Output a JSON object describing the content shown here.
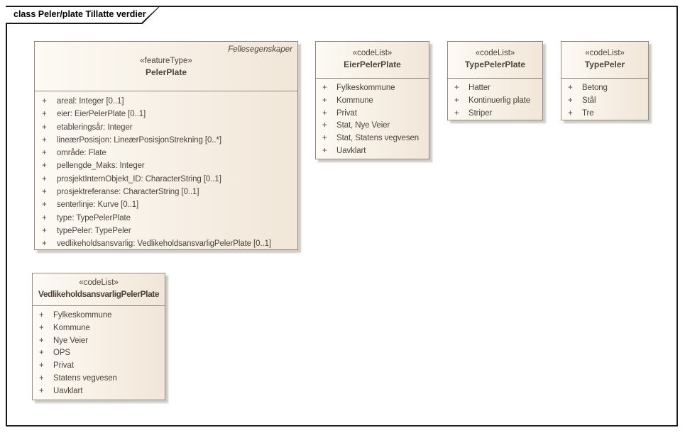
{
  "frame": {
    "title": "class Peler/plate Tillatte verdier"
  },
  "colors": {
    "box_fill_left": "#fdfaf4",
    "box_fill_right": "#f1e6d8",
    "box_border": "#948a7f",
    "box_shadow": "#c9c5c0",
    "text": "#4d4339",
    "frame_border": "#1b1b1b"
  },
  "classes": [
    {
      "name": "PelerPlate",
      "stereotype": "«featureType»",
      "tagline": "Fellesegenskaper",
      "visibility_symbol": "+",
      "attributes": [
        "areal: Integer [0..1]",
        "eier: EierPelerPlate [0..1]",
        "etableringsår: Integer",
        "lineærPosisjon: LineærPosisjonStrekning [0..*]",
        "område: Flate",
        "pellengde_Maks: Integer",
        "prosjektInternObjekt_ID: CharacterString [0..1]",
        "prosjektreferanse: CharacterString [0..1]",
        "senterlinje: Kurve [0..1]",
        "type: TypePelerPlate",
        "typePeler: TypePeler",
        "vedlikeholdsansvarlig: VedlikeholdsansvarligPelerPlate [0..1]"
      ]
    },
    {
      "name": "EierPelerPlate",
      "stereotype": "«codeList»",
      "visibility_symbol": "+",
      "attributes": [
        "Fylkeskommune",
        "Kommune",
        "Privat",
        "Stat, Nye Veier",
        "Stat, Statens vegvesen",
        "Uavklart"
      ]
    },
    {
      "name": "TypePelerPlate",
      "stereotype": "«codeList»",
      "visibility_symbol": "+",
      "attributes": [
        "Hatter",
        "Kontinuerlig plate",
        "Striper"
      ]
    },
    {
      "name": "TypePeler",
      "stereotype": "«codeList»",
      "visibility_symbol": "+",
      "attributes": [
        "Betong",
        "Stål",
        "Tre"
      ]
    },
    {
      "name": "VedlikeholdsansvarligPelerPlate",
      "stereotype": "«codeList»",
      "visibility_symbol": "+",
      "attributes": [
        "Fylkeskommune",
        "Kommune",
        "Nye Veier",
        "OPS",
        "Privat",
        "Statens vegvesen",
        "Uavklart"
      ]
    }
  ]
}
